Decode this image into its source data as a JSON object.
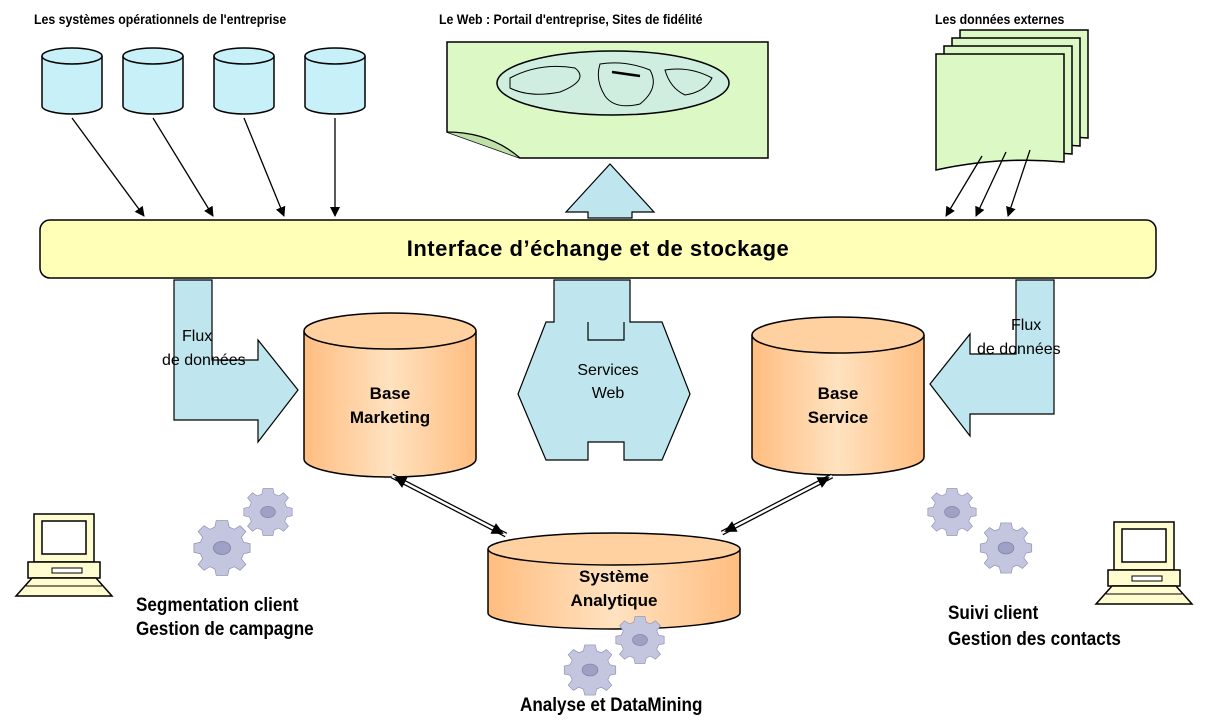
{
  "headers": {
    "operational_systems": "Les systèmes opérationnels de l'entreprise",
    "web": "Le Web : Portail d'entreprise, Sites de fidélité",
    "external_data": "Les données externes"
  },
  "bus": {
    "label": "Interface d’échange et de stockage"
  },
  "flux_left": {
    "line1": "Flux",
    "line2": "de données"
  },
  "flux_right": {
    "line1": "Flux",
    "line2": "de données"
  },
  "services_web": {
    "line1": "Services",
    "line2": "Web"
  },
  "databases": {
    "marketing": {
      "line1": "Base",
      "line2": "Marketing"
    },
    "service": {
      "line1": "Base",
      "line2": "Service"
    },
    "analytique": {
      "line1": "Système",
      "line2": "Analytique"
    }
  },
  "captions": {
    "left_line1": "Segmentation client",
    "left_line2": "Gestion de campagne",
    "right_line1": "Suivi client",
    "right_line2": "Gestion des contacts",
    "bottom": "Analyse et DataMining"
  },
  "colors": {
    "cylinder_fill": "#c8f0f8",
    "bus_fill": "#ffffb8",
    "db_fill": "#ffd1a0",
    "arrow_fill": "#bfe6ee",
    "web_page_fill": "#dcf8c4",
    "gear_fill": "#c4c6e0",
    "computer_fill": "#fffcd0"
  }
}
